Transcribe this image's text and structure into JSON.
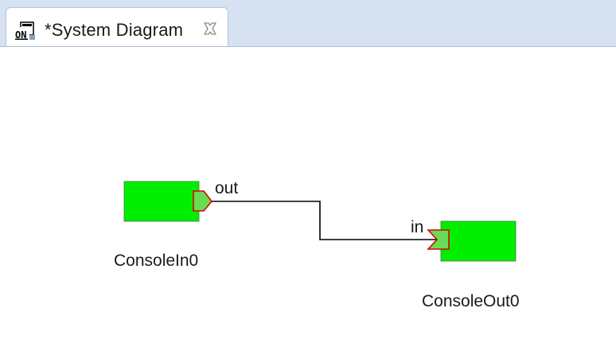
{
  "tab": {
    "title": "*System Diagram",
    "icon": "system-diagram-icon",
    "close_icon": "close-icon"
  },
  "diagram": {
    "components": [
      {
        "name": "ConsoleIn0",
        "port": "out",
        "port_direction": "output"
      },
      {
        "name": "ConsoleOut0",
        "port": "in",
        "port_direction": "input"
      }
    ],
    "connection": {
      "from": "ConsoleIn0.out",
      "to": "ConsoleOut0.in"
    },
    "colors": {
      "component_fill": "#00ee00",
      "port_fill": "#66dd55",
      "port_stroke": "#dd0000",
      "connector": "#000000",
      "tabbar": "#d6e2f1"
    }
  }
}
